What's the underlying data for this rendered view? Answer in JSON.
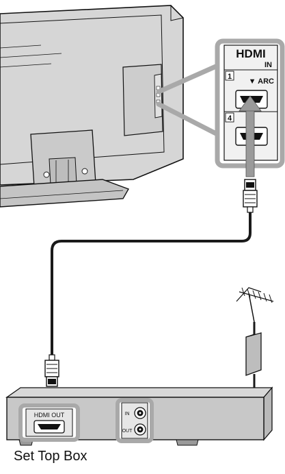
{
  "hdmi_panel": {
    "logo": "HDMI",
    "in_label": "IN",
    "port1_number": "1",
    "arc_label": "▼ ARC",
    "port4_number": "4"
  },
  "stb": {
    "caption": "Set Top Box",
    "hdmi_out_label": "HDMI OUT",
    "rf_in_label": "IN",
    "rf_out_label": "OUT"
  },
  "colors": {
    "tv_body": "#d6d6d6",
    "stb_body": "#c8c8c8",
    "highlight_frame": "#a9a9a9",
    "cable": "#1a1a1a",
    "arrow": "#9a9a9a"
  },
  "icons": [
    "tv-rear",
    "hdmi-connector",
    "antenna-icon",
    "wall-outlet",
    "set-top-box",
    "coaxial-plug"
  ]
}
